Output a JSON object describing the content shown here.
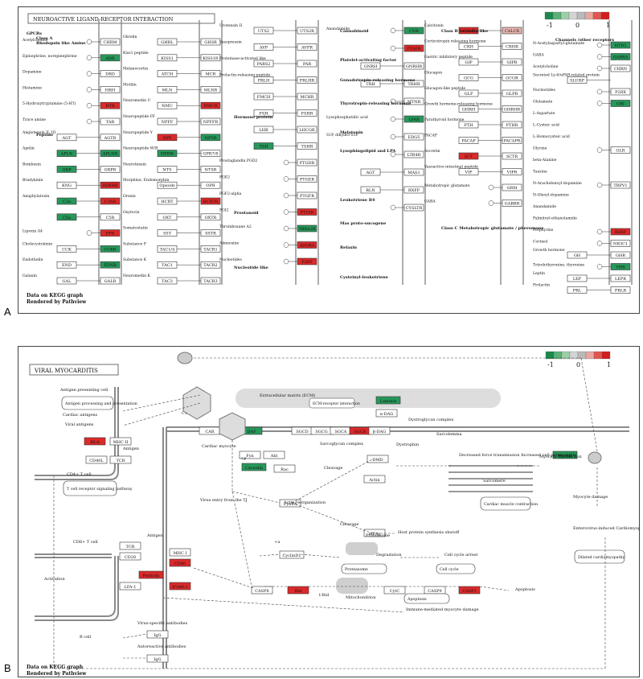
{
  "colors": {
    "up": "#dc2a2a",
    "down": "#27985a",
    "neutral": "#ffffff",
    "membrane": "#8a8a8a",
    "line": "#555555"
  },
  "legend": {
    "low": "-1",
    "mid": "0",
    "high": "1",
    "stops": [
      "#1a8a4a",
      "#5bb079",
      "#9ccfa6",
      "#d4d4d4",
      "#b9b9b9",
      "#e9a6a0",
      "#e0564f",
      "#d11e1e"
    ]
  },
  "panelA": {
    "label": "A",
    "title": "NEUROACTIVE LIGAND-RECEPTOR INTERACTION",
    "footer1": "Data on KEGG graph",
    "footer2": "Rendered by Pathview",
    "sections": [
      "GPCRs",
      "Class A",
      "Rhodopsin like Amine",
      "Peptide",
      "Prostanoid",
      "Nucleotide like",
      "Hormone protein",
      "Cannabinoid",
      "Platelet-activating factor",
      "Gonadotropin-releasing hormone",
      "Thyrotropin-releasing hormone",
      "Melatonin",
      "Lysophingolipid and LPA",
      "Leukotriene B4",
      "Mas proto-oncogene",
      "Relaxin",
      "Cysteinyl-leukotriene",
      "Class B Secretin like",
      "Class C Metabotropic glutamate / pheromone",
      "Channels /other receptors"
    ],
    "columns": [
      {
        "items": [
          {
            "lig": "Acetylcholine",
            "rec": "CHRM",
            "c": "neutral"
          },
          {
            "lig": "Epinephrine, norepinephrine",
            "rec": "ADR",
            "c": "down"
          },
          {
            "lig": "Dopamine",
            "rec": "DRD",
            "c": "neutral"
          },
          {
            "lig": "Histamine",
            "rec": "HRH",
            "c": "neutral"
          },
          {
            "lig": "5-Hydroxytryptamine (5-HT)",
            "rec": "HTR",
            "c": "up"
          },
          {
            "lig": "Trace amine",
            "rec": "TAR",
            "c": "neutral"
          },
          {
            "lig": "Angiotensin II, III",
            "lb": "AGT",
            "rec": "AGTR",
            "c": "neutral"
          },
          {
            "lig": "Apelin",
            "lb": "APLN",
            "lc": "down",
            "rec": "APLNR",
            "c": "down"
          },
          {
            "lig": "Bombesin",
            "lb": "GRP",
            "lc": "down",
            "rec": "GRPR",
            "c": "neutral"
          },
          {
            "lig": "Bradykinin",
            "lb": "KNG",
            "rec": "BDKRB",
            "c": "up"
          },
          {
            "lig": "Anaphylatoxin",
            "lb": "C3a",
            "lc": "down",
            "rec": "C3AR",
            "c": "up"
          },
          {
            "lb": "C5a",
            "lc": "down",
            "rec": "C5R",
            "c": "neutral"
          },
          {
            "lig": "Lipoxin A4",
            "rec": "FPR",
            "c": "up"
          },
          {
            "lig": "Cholecystokinin",
            "lb": "CCK",
            "rec": "CCKR",
            "c": "down"
          },
          {
            "lig": "Endothelin",
            "lb": "END",
            "rec": "EDNR",
            "c": "down"
          },
          {
            "lig": "Galanin",
            "lb": "GAL",
            "rec": "GALR",
            "c": "neutral"
          }
        ]
      },
      {
        "items": [
          {
            "lig": "Ghrelin",
            "lb": "GHRL",
            "rec": "GHSR",
            "c": "neutral"
          },
          {
            "lig": "Kiss1 peptide",
            "lb": "KISS1",
            "rec": "KISS1R",
            "c": "neutral"
          },
          {
            "lig": "Melanocortin",
            "lb": "ATCH",
            "rec": "MCR",
            "c": "neutral"
          },
          {
            "lig": "Motilin",
            "lb": "MLN",
            "rec": "MLNR",
            "c": "neutral"
          },
          {
            "lig": "Neuromedin U",
            "lb": "NMU",
            "rec": "NMUR",
            "c": "up"
          },
          {
            "lig": "Neuropeptide FF",
            "lb": "NPFF",
            "rec": "NPFFR",
            "c": "neutral"
          },
          {
            "lig": "Neuropeptide Y",
            "lb": "NPY",
            "lc": "up",
            "rec": "NPYR",
            "c": "down"
          },
          {
            "lig": "Neuropeptide W/B",
            "lb": "NPBW",
            "lc": "down",
            "rec": "GPR7/8",
            "c": "neutral"
          },
          {
            "lig": "Neurotensin",
            "lb": "NTS",
            "rec": "NTSR",
            "c": "neutral"
          },
          {
            "lig": "Morphine, Endomorphin",
            "lb": "Opioids",
            "rec": "OPR",
            "c": "neutral"
          },
          {
            "lig": "Orexin",
            "lb": "HCRT",
            "rec": "HCRTR",
            "c": "up"
          },
          {
            "lig": "Oxytocin",
            "lb": "OXT",
            "rec": "OXTR",
            "c": "neutral"
          },
          {
            "lig": "Somatostatin",
            "lb": "SST",
            "rec": "SSTR",
            "c": "neutral"
          },
          {
            "lig": "Substance P",
            "lb": "TAC1/4",
            "rec": "TACR1",
            "c": "neutral"
          },
          {
            "lig": "Substance K",
            "lb": "TAC1",
            "rec": "TACR2",
            "c": "neutral"
          },
          {
            "lig": "Neuromedin K",
            "lb": "TAC3",
            "rec": "TACR3",
            "c": "neutral"
          }
        ]
      },
      {
        "items": [
          {
            "lig": "Urotensin II",
            "lb": "UTS2",
            "rec": "UTS2R",
            "c": "neutral"
          },
          {
            "lig": "Vasopressin",
            "lb": "AVP",
            "rec": "AVPR",
            "c": "neutral"
          },
          {
            "lig": "Proteinase-activated like",
            "lb": "PARS2",
            "rec": "PAR",
            "c": "neutral"
          },
          {
            "lig": "Prolactin-releasing peptide",
            "lb": "PRLH",
            "rec": "PRLHR",
            "c": "neutral"
          },
          {
            "lig": "",
            "lb": "FMCH",
            "rec": "MCHR",
            "c": "neutral"
          },
          {
            "lig": "",
            "lb": "FSH",
            "rec": "FSHR",
            "c": "neutral"
          },
          {
            "lig": "",
            "lb": "LHB",
            "rec": "LHCGR",
            "c": "neutral"
          },
          {
            "lig": "",
            "lb": "TSH",
            "lc": "down",
            "rec": "TSHR",
            "c": "neutral"
          },
          {
            "lig": "Prostaglandin PGD2",
            "rec": "PTGDR",
            "c": "neutral"
          },
          {
            "lig": "PGE2",
            "rec": "PTGER",
            "c": "neutral"
          },
          {
            "lig": "PGF2-alpha",
            "rec": "PTGFR",
            "c": "neutral"
          },
          {
            "lig": "PGI2",
            "rec": "PTGIR",
            "c": "up"
          },
          {
            "lig": "Thromboxane A2",
            "rec": "TBXA2R",
            "c": "down"
          },
          {
            "lig": "Adenosine",
            "rec": "ADORA",
            "c": "up"
          },
          {
            "lig": "Nucleotides",
            "rec": "P2RY",
            "c": "up"
          }
        ]
      },
      {
        "items": [
          {
            "lig": "Anandamide",
            "rec": "CNR",
            "c": "down"
          },
          {
            "lig": "",
            "rec": "PTAFR",
            "c": "up"
          },
          {
            "lig": "",
            "lb": "GNRH",
            "rec": "GNRHR",
            "c": "neutral"
          },
          {
            "lig": "",
            "lb": "TRH",
            "rec": "TRHR",
            "c": "neutral"
          },
          {
            "lig": "",
            "rec": "MTNR",
            "c": "neutral"
          },
          {
            "lig": "Lysophosphatidic acid",
            "rec": "LPAR",
            "c": "down"
          },
          {
            "lig": "S1P, dihydro-S1P",
            "rec": "EDG5",
            "c": "neutral"
          },
          {
            "lig": "",
            "rec": "LTB4R",
            "c": "neutral"
          },
          {
            "lig": "",
            "lb": "AGT",
            "rec": "MAS1",
            "c": "neutral"
          },
          {
            "lig": "",
            "lb": "RLN",
            "rec": "RXFP",
            "c": "neutral"
          },
          {
            "lig": "",
            "rec": "CYSLTR",
            "c": "neutral"
          }
        ]
      },
      {
        "items": [
          {
            "lig": "Calcitonin",
            "lb": "CALC",
            "lc": "up",
            "rec": "CALCR",
            "c": "pink"
          },
          {
            "lig": "Corticotropin releasing hormone",
            "lb": "CRH",
            "rec": "CRHR",
            "c": "neutral"
          },
          {
            "lig": "Gastric inhibitory peptide",
            "lb": "GIP",
            "rec": "GIPR",
            "c": "neutral"
          },
          {
            "lig": "Glucagon",
            "lb": "GCG",
            "rec": "GCGR",
            "c": "neutral"
          },
          {
            "lig": "Glucagon-like peptide",
            "lb": "GLP",
            "rec": "GLPR",
            "c": "neutral"
          },
          {
            "lig": "Growth hormone-releasing hormone",
            "lb": "GHRH",
            "rec": "GHRHR",
            "c": "neutral"
          },
          {
            "lig": "Parathyroid hormone",
            "lb": "PTH",
            "rec": "PTHR",
            "c": "neutral"
          },
          {
            "lig": "PACAP",
            "lb": "PACAP",
            "rec": "PACAPR",
            "c": "neutral"
          },
          {
            "lig": "Secretin",
            "lb": "SCT",
            "lc": "up",
            "rec": "SCTR",
            "c": "neutral"
          },
          {
            "lig": "Vasoactive intestinal peptide",
            "lb": "VIP",
            "rec": "VIPR",
            "c": "neutral"
          },
          {
            "lig": "Metabotropic glutamate",
            "rec": "GRM",
            "c": "neutral"
          },
          {
            "lig": "GABA",
            "rec": "GABBR",
            "c": "neutral"
          }
        ]
      },
      {
        "items": [
          {
            "lig": "N-Acetylaspartyl-glutamate",
            "rec": "HTR3",
            "c": "down"
          },
          {
            "lig": "GABA",
            "rec": "GABRA",
            "c": "down"
          },
          {
            "lig": "Acetylcholine",
            "rec": "CHRN",
            "c": "neutral"
          },
          {
            "lig": "Secreted Ly-6/uPAR-related protein",
            "lb": "SLURP",
            "rec": "",
            "c": "neutral"
          },
          {
            "lig": "Nucleotides",
            "rec": "P2RX",
            "c": "neutral"
          },
          {
            "lig": "Glutamate",
            "rec": "GRI",
            "c": "down"
          },
          {
            "lig": "L-Aspartate",
            "rec": "",
            "c": "neutral"
          },
          {
            "lig": "L-Cysteic acid",
            "rec": "",
            "c": "neutral"
          },
          {
            "lig": "L-Homocysteic acid",
            "rec": "",
            "c": "neutral"
          },
          {
            "lig": "Glycine",
            "rec": "GLR",
            "c": "neutral"
          },
          {
            "lig": "beta-Alanine",
            "rec": "",
            "c": "neutral"
          },
          {
            "lig": "Taurine",
            "rec": "",
            "c": "neutral"
          },
          {
            "lig": "N-Arachidonoyl-dopamine",
            "rec": "TRPV1",
            "c": "neutral"
          },
          {
            "lig": "N-Oleoyl-dopamine",
            "rec": "",
            "c": "neutral"
          },
          {
            "lig": "Anandamide",
            "rec": "",
            "c": "neutral"
          },
          {
            "lig": "Palmitoyl-ethanolamide",
            "rec": "",
            "c": "neutral"
          },
          {
            "lig": "Porphyrins",
            "rec": "BZRP",
            "c": "up"
          },
          {
            "lig": "Cortisol",
            "rec": "NR3C1",
            "c": "neutral"
          },
          {
            "lig": "Growth hormone",
            "lb": "GH",
            "rec": "GHR",
            "c": "neutral"
          },
          {
            "lig": "Triiodothyronine, thyroxine",
            "rec": "THR",
            "c": "down"
          },
          {
            "lig": "Leptin",
            "lb": "LEP",
            "rec": "LEPR",
            "c": "neutral"
          },
          {
            "lig": "Prolactin",
            "lb": "PRL",
            "rec": "PRLR",
            "c": "neutral"
          }
        ]
      }
    ]
  },
  "panelB": {
    "label": "B",
    "title": "VIRAL MYOCARDITIS",
    "footer1": "Data on KEGG graph",
    "footer2": "Rendered by Pathview",
    "genes": [
      {
        "id": "HLA",
        "t": "HLA",
        "c": "up"
      },
      {
        "id": "MHCII",
        "t": "MHC II",
        "c": "neutral"
      },
      {
        "id": "CD40L",
        "t": "CD40L",
        "c": "neutral"
      },
      {
        "id": "TCR1",
        "t": "TCR",
        "c": "neutral"
      },
      {
        "id": "CAR",
        "t": "CAR",
        "c": "neutral"
      },
      {
        "id": "DAF",
        "t": "DAF",
        "c": "down"
      },
      {
        "id": "Fyn",
        "t": "Fyn",
        "c": "neutral"
      },
      {
        "id": "Abl",
        "t": "Abl",
        "c": "neutral"
      },
      {
        "id": "Caveolin",
        "t": "Caveolin",
        "c": "down"
      },
      {
        "id": "Rac",
        "t": "Rac",
        "c": "neutral"
      },
      {
        "id": "SGCD",
        "t": "SGCD",
        "c": "neutral"
      },
      {
        "id": "SGCG",
        "t": "SGCG",
        "c": "neutral"
      },
      {
        "id": "SGCA",
        "t": "SGCA",
        "c": "neutral"
      },
      {
        "id": "SGCB",
        "t": "SGCB",
        "c": "up"
      },
      {
        "id": "bDAG",
        "t": "β-DAG",
        "c": "neutral"
      },
      {
        "id": "aDAG",
        "t": "α-DAG",
        "c": "neutral"
      },
      {
        "id": "Laminin",
        "t": "Laminin",
        "c": "down"
      },
      {
        "id": "DMD",
        "t": "DMD",
        "c": "neutral"
      },
      {
        "id": "Actin",
        "t": "Actin",
        "c": "neutral"
      },
      {
        "id": "Fyn2A",
        "t": "Fyn2A",
        "c": "neutral"
      },
      {
        "id": "eIF4G",
        "t": "eIF4γ",
        "c": "neutral"
      },
      {
        "id": "Myosin",
        "t": "Myosin",
        "c": "down"
      },
      {
        "id": "TCR2",
        "t": "TCR",
        "c": "neutral"
      },
      {
        "id": "CD28",
        "t": "CD28",
        "c": "neutral"
      },
      {
        "id": "MHCI",
        "t": "MHC I",
        "c": "neutral"
      },
      {
        "id": "CD80",
        "t": "CD80",
        "c": "up"
      },
      {
        "id": "Perforin",
        "t": "Perforin",
        "c": "up"
      },
      {
        "id": "LFA1",
        "t": "LFA-1",
        "c": "neutral"
      },
      {
        "id": "ICAM1",
        "t": "ICAM-1",
        "c": "up"
      },
      {
        "id": "CyclinD1",
        "t": "CyclinD1",
        "c": "neutral"
      },
      {
        "id": "CASP8",
        "t": "CASP8",
        "c": "neutral"
      },
      {
        "id": "Bid",
        "t": "Bid",
        "c": "up"
      },
      {
        "id": "CytC",
        "t": "CytC",
        "c": "neutral"
      },
      {
        "id": "CASP9",
        "t": "CASP9",
        "c": "neutral"
      },
      {
        "id": "CASP3",
        "t": "CASP3",
        "c": "up"
      },
      {
        "id": "IgG1",
        "t": "IgG",
        "c": "neutral"
      },
      {
        "id": "IgG2",
        "t": "IgG",
        "c": "neutral"
      }
    ],
    "labels": {
      "apc": "Antigen presenting cell",
      "apcbox": "Antigen processing and presentation",
      "cardiac": "Cardiac antigens",
      "viral": "Viral antigens",
      "cvb": "CVB",
      "ecm": "Extracellular matrix (ECM)",
      "ecmbox": "ECM-receptor interaction",
      "dystro": "Dystroglycan complex",
      "sarcolemma": "Sarcolemma",
      "sarcog": "Sarcoglycan complex",
      "dystrophin": "Dystrophin",
      "cardiomyo": "Cardiac myocyte",
      "antigen": "Antigen",
      "cd4": "CD4+ T cell",
      "tcrbox": "T cell receptor signaling pathway",
      "actinreorg": "Actin reorganization",
      "virusentry": "Virus entry from the TJ",
      "cleavage1": "Cleavage",
      "cleavage2": "Cleavage",
      "decforce": "Decreased force transmission Increased cell permeability",
      "myocytedys": "Myocyte dysfunction",
      "sarcomere": "Sarcomere",
      "cmcbox": "Cardiac muscle contraction",
      "hostshut": "Host protein synthesis shutoff",
      "myodmg": "Myocyte damage",
      "dcm": "Dilated cardiomyopathy",
      "enterovirus": "Enterovirus-induced Cardiomyopathy",
      "cd8": "CD8+ T cell",
      "antigen2": "Antigen",
      "proteasome": "Proteasome",
      "proteasomebox": "Proteasome",
      "degradation": "Degradation",
      "cellcyclearrest": "Cell cycle arrest",
      "cellcyclebox": "Cell cycle",
      "mito": "Mitochondrion",
      "apoptosis": "Apoptosis",
      "apoptosisbox": "Apoptosis",
      "tbid": "t-Bid",
      "immune": "Immune-mediated myocyte damage",
      "activation": "Activation",
      "bcell": "B cell",
      "vsab": "Virus-specific antibodies",
      "autoab": "Autoreactive antibodies",
      "ub": "+u",
      "p": "+p"
    }
  }
}
